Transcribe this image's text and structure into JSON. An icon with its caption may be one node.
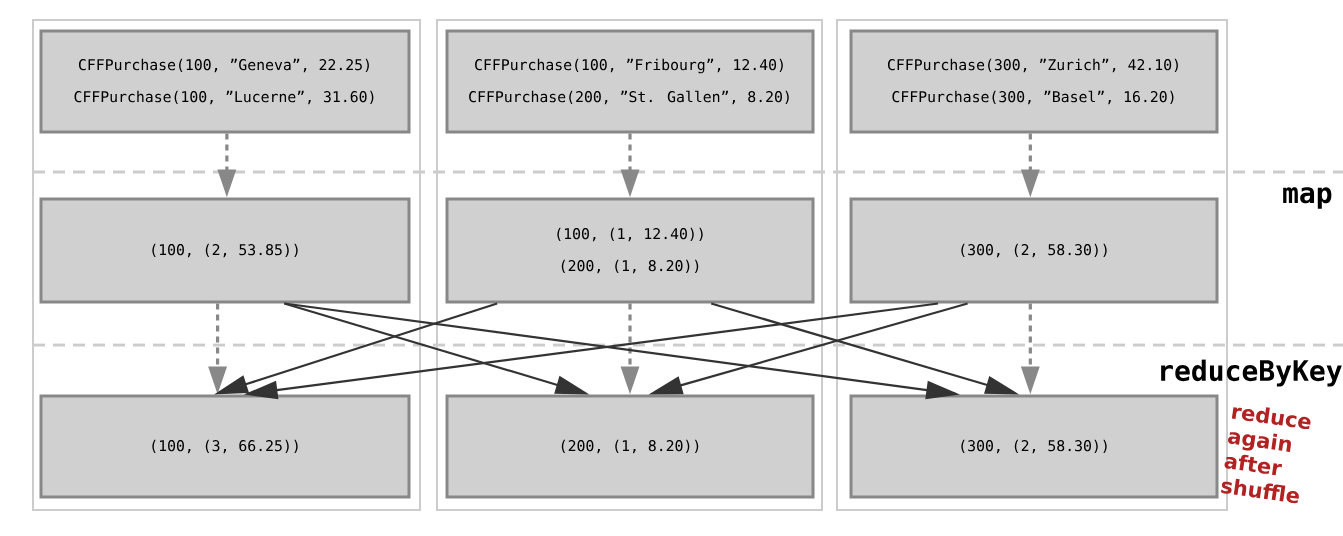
{
  "diagram": {
    "nodes": [
      {
        "text": [],
        "shape": "box"
      },
      {
        "text": [
          "CFFPurchase(100, ”Geneva”, 22.25)",
          "CFFPurchase(100, ”Lucerne”, 31.60)"
        ],
        "in": 0
      },
      {
        "text": [
          "(100, (2, 53.85))"
        ],
        "in": 0
      },
      {
        "text": [
          "(100, (3, 66.25))"
        ],
        "in": 0
      },
      {
        "text": [],
        "shape": "box"
      },
      {
        "text": [
          "CFFPurchase(100, ”Fribourg”, 12.40)",
          "CFFPurchase(200, ”St. Gallen”, 8.20)"
        ],
        "in": 4
      },
      {
        "text": [
          "(100, (1, 12.40))",
          "(200, (1, 8.20))"
        ],
        "in": 4
      },
      {
        "text": [
          "(200, (1, 8.20))"
        ],
        "in": 4
      },
      {
        "text": [],
        "shape": "box"
      },
      {
        "text": [
          "CFFPurchase(300, ”Zurich”, 42.10)",
          "CFFPurchase(300, ”Basel”, 16.20)"
        ],
        "in": 8
      },
      {
        "text": [
          "(300, (2, 58.30))"
        ],
        "in": 8
      },
      {
        "text": [
          "(300, (2, 58.30))"
        ],
        "in": 8
      }
    ],
    "edges": [
      {
        "from": 1,
        "to": 2,
        "arrow": "to",
        "style": "dashed",
        "color": "#888888"
      },
      {
        "from": 5,
        "to": 6,
        "arrow": "to",
        "style": "dashed",
        "color": "#888888"
      },
      {
        "from": 9,
        "to": 10,
        "arrow": "to",
        "style": "dashed",
        "color": "#888888"
      },
      {
        "from": 2,
        "to": 3,
        "arrow": "to",
        "style": "dashed",
        "color": "#888888"
      },
      {
        "from": 6,
        "to": 7,
        "arrow": "to",
        "style": "dashed",
        "color": "#888888"
      },
      {
        "from": 10,
        "to": 11,
        "arrow": "to",
        "style": "dashed",
        "color": "#888888"
      },
      {
        "from": 2,
        "to": 7,
        "arrow": "to"
      },
      {
        "from": 2,
        "to": 11,
        "arrow": "to"
      },
      {
        "from": 6,
        "to": 3,
        "arrow": "to"
      },
      {
        "from": 6,
        "to": 11,
        "arrow": "to"
      },
      {
        "from": 10,
        "to": 3,
        "arrow": "to"
      },
      {
        "from": 10,
        "to": 7,
        "arrow": "to"
      }
    ],
    "labels": [
      "map",
      "reduceByKey",
      "reduce again after shuffle"
    ]
  }
}
